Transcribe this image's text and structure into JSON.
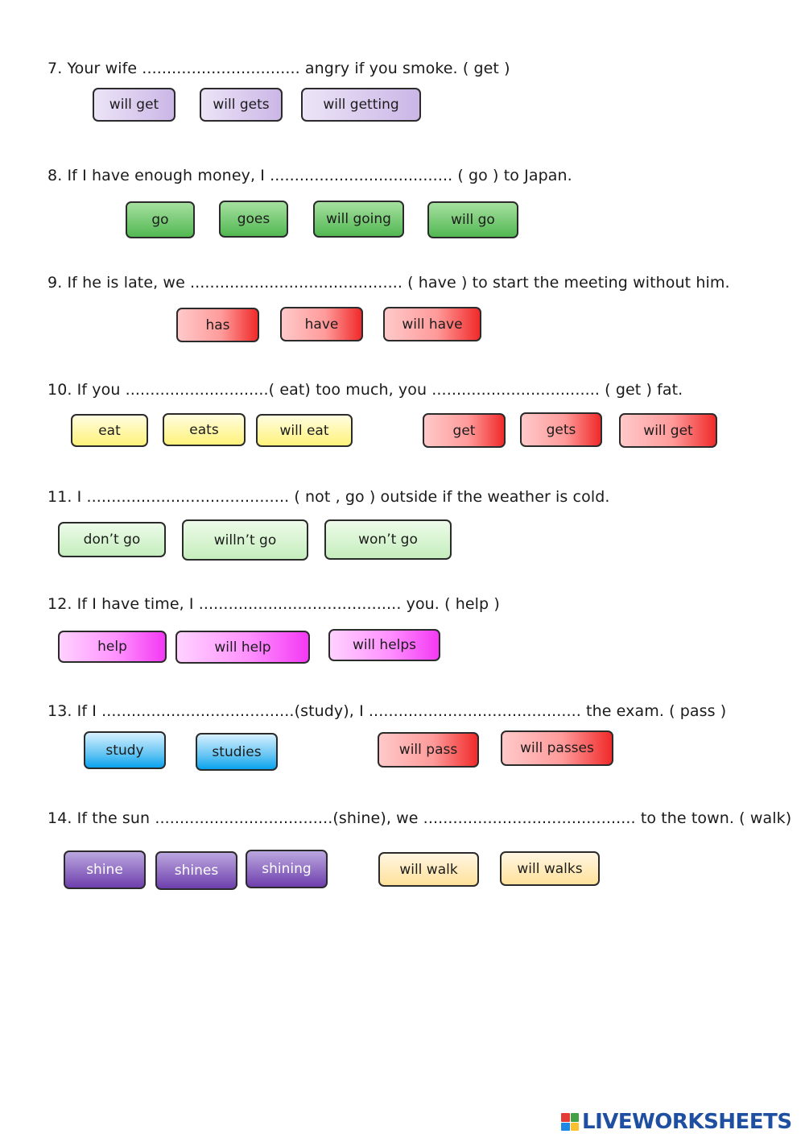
{
  "questions": [
    {
      "text": "7. Your wife ................................ angry if you smoke. ( get )",
      "options": [
        "will get",
        "will gets",
        "will getting"
      ]
    },
    {
      "text": "8.  If I have enough money, I .....................................  ( go ) to Japan.",
      "options": [
        "go",
        "goes",
        "will going",
        "will go"
      ]
    },
    {
      "text": "9. If he is late, we ........................................... ( have ) to start the meeting without him.",
      "options": [
        "has",
        "have",
        "will have"
      ]
    },
    {
      "text": "10. If you .............................( eat) too much, you .................................. ( get ) fat.",
      "options": [
        "eat",
        "eats",
        "will eat",
        "get",
        "gets",
        "will get"
      ]
    },
    {
      "text": "11. I ......................................... ( not , go ) outside if the weather is cold.",
      "options": [
        "don’t go",
        "willn’t go",
        "won’t go"
      ]
    },
    {
      "text": "12. If I have time, I ......................................... you.  ( help )",
      "options": [
        "help",
        "will help",
        "will helps"
      ]
    },
    {
      "text": "13. If I .......................................(study), I ........................................... the exam. ( pass )",
      "options": [
        "study",
        "studies",
        "will pass",
        "will passes"
      ]
    },
    {
      "text": "14. If the sun ....................................(shine), we ........................................... to the town. ( walk)",
      "options": [
        "shine",
        "shines",
        "shining",
        "will walk",
        "will walks"
      ]
    }
  ],
  "logo": {
    "text": "LIVEWORKSHEETS",
    "color": "#1f4fa0",
    "mark_colors": [
      "#e53935",
      "#43a047",
      "#1e88e5",
      "#fbc02d"
    ]
  }
}
